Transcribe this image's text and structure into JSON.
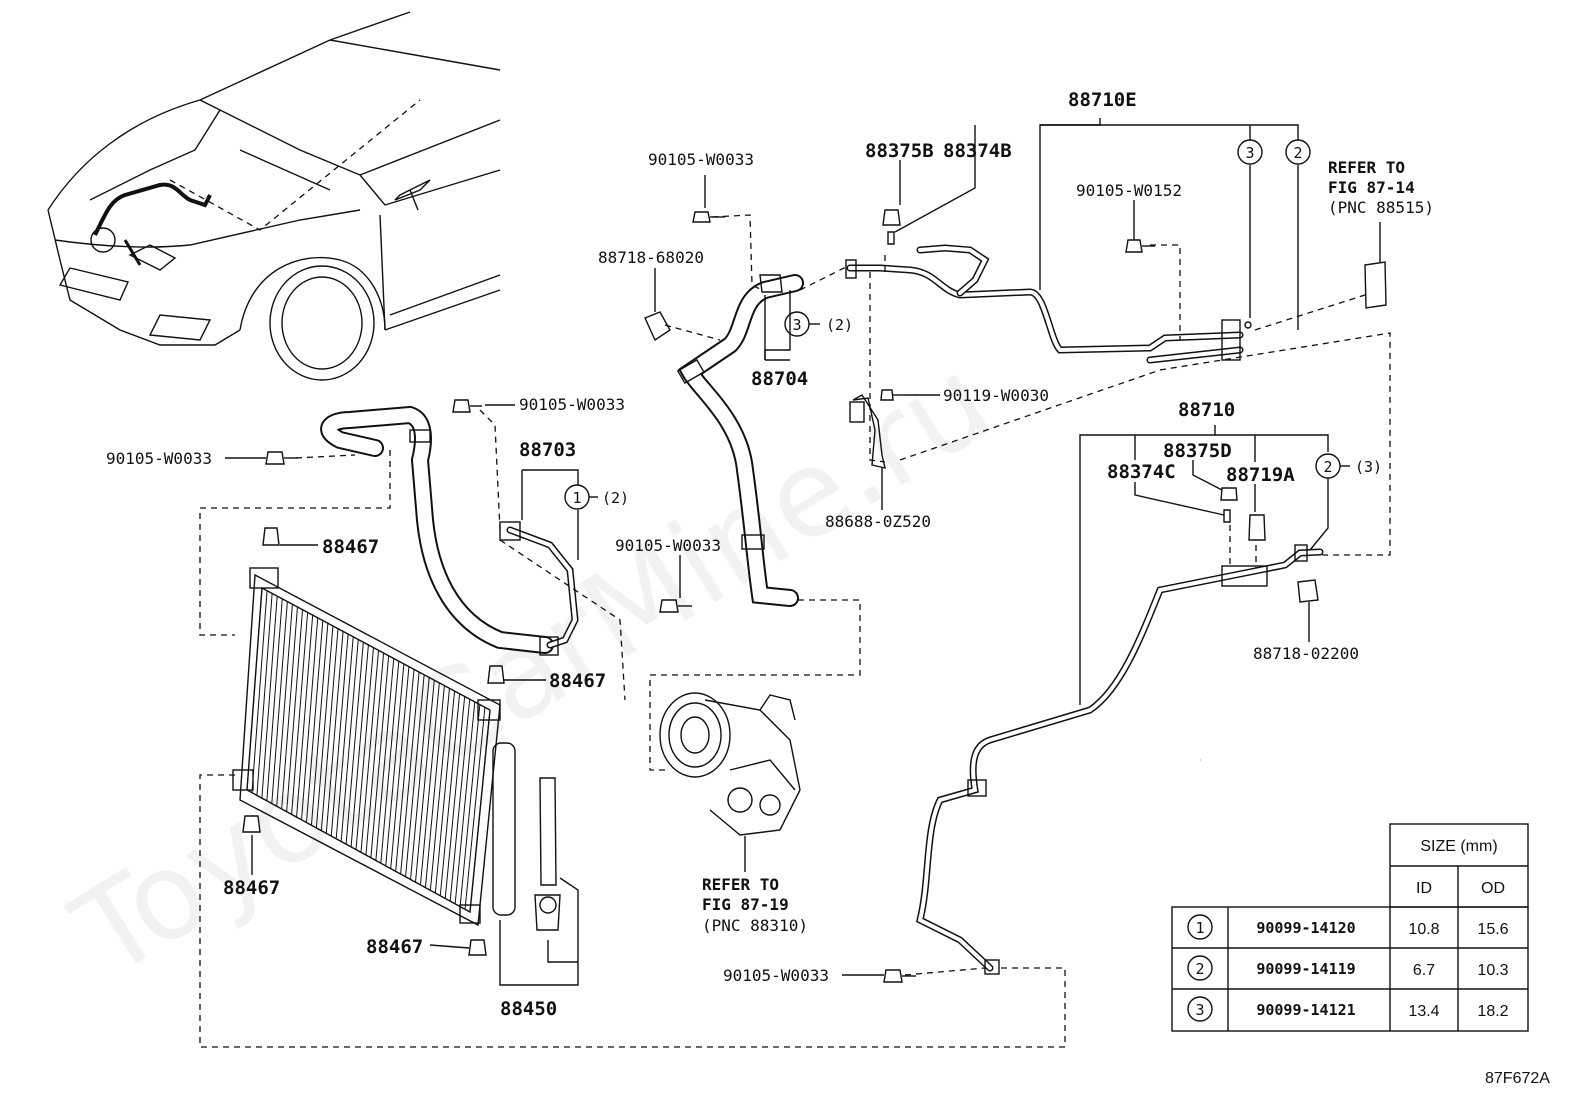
{
  "watermark": "ToyotaCarMine.ru",
  "figure_code": "87F672A",
  "assembly_top": "88710E",
  "assembly_right": "88710",
  "labels": {
    "p88375B": "88375B",
    "p88374B": "88374B",
    "p90105_W0152": "90105-W0152",
    "p90105_W0033_a": "90105-W0033",
    "p88718_68020": "88718-68020",
    "p88704": "88704",
    "p90119_W0030": "90119-W0030",
    "p88688_0Z520": "88688-0Z520",
    "p90105_W0033_b": "90105-W0033",
    "p90105_W0033_c": "90105-W0033",
    "p88703": "88703",
    "p88467_a": "88467",
    "p88467_b": "88467",
    "p88467_c": "88467",
    "p88467_d": "88467",
    "p90105_W0033_d": "90105-W0033",
    "p88450": "88450",
    "p90105_W0033_e": "90105-W0033",
    "p88375D": "88375D",
    "p88374C": "88374C",
    "p88719A": "88719A",
    "p88718_02200": "88718-02200",
    "ring1": "1",
    "ring2": "2",
    "ring3": "3",
    "ring_paren_1": "(2)",
    "ring_paren_3": "(2)",
    "ring_paren_2": "(3)"
  },
  "refs": {
    "fig87_14": [
      "REFER TO",
      "FIG 87-14",
      "(PNC 88515)"
    ],
    "fig87_19": [
      "REFER TO",
      "FIG 87-19",
      "(PNC 88310)"
    ]
  },
  "size_table": {
    "header_size": "SIZE (mm)",
    "col_id": "ID",
    "col_od": "OD",
    "rows": [
      {
        "mark": "1",
        "part": "90099-14120",
        "id": "10.8",
        "od": "15.6"
      },
      {
        "mark": "2",
        "part": "90099-14119",
        "id": "6.7",
        "od": "10.3"
      },
      {
        "mark": "3",
        "part": "90099-14121",
        "id": "13.4",
        "od": "18.2"
      }
    ]
  }
}
